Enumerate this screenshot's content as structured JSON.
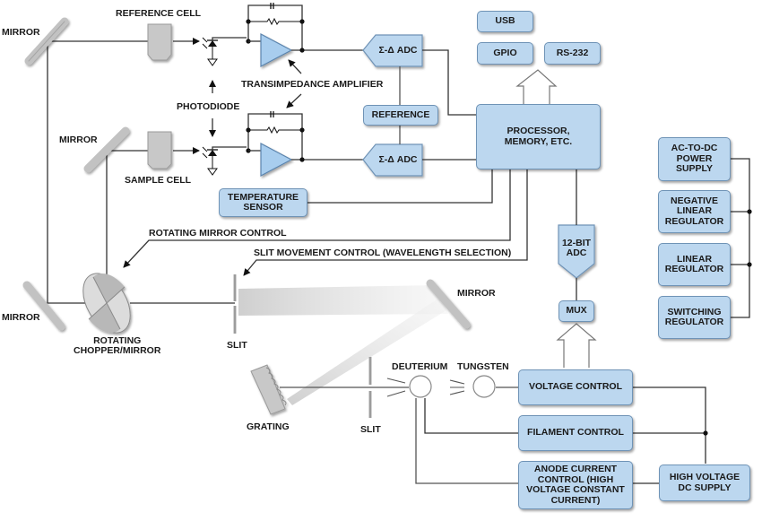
{
  "diagram": {
    "title": "",
    "colors": {
      "block_fill": "#bcd7ef",
      "block_border": "#6f93b6",
      "optics_gray": "#c8c8c8",
      "wire": "#333333"
    },
    "labels": {
      "mirror_top": "MIRROR",
      "mirror_mid": "MIRROR",
      "mirror_bottom_left": "MIRROR",
      "mirror_right": "MIRROR",
      "reference_cell": "REFERENCE CELL",
      "sample_cell": "SAMPLE CELL",
      "photodiode": "PHOTODIODE",
      "transimpedance_amplifier": "TRANSIMPEDANCE AMPLIFIER",
      "rotating_mirror_control": "ROTATING MIRROR CONTROL",
      "slit_movement_control": "SLIT MOVEMENT CONTROL (WAVELENGTH SELECTION)",
      "rotating_chopper_line1": "ROTATING",
      "rotating_chopper_line2": "CHOPPER/MIRROR",
      "slit_upper": "SLIT",
      "slit_lower": "SLIT",
      "grating": "GRATING",
      "deuterium": "DEUTERIUM",
      "tungsten": "TUNGSTEN"
    },
    "blocks": {
      "usb": "USB",
      "gpio": "GPIO",
      "rs232": "RS-232",
      "adc_top": "Σ-Δ ADC",
      "adc_bottom": "Σ-Δ ADC",
      "reference": "REFERENCE",
      "processor": "PROCESSOR,\nMEMORY, ETC.",
      "temperature_sensor": "TEMPERATURE\nSENSOR",
      "adc_12bit": "12-BIT\nADC",
      "mux": "MUX",
      "ac_dc_supply": "AC-TO-DC\nPOWER\nSUPPLY",
      "negative_linear_regulator": "NEGATIVE\nLINEAR\nREGULATOR",
      "linear_regulator": "LINEAR\nREGULATOR",
      "switching_regulator": "SWITCHING\nREGULATOR",
      "voltage_control": "VOLTAGE CONTROL",
      "filament_control": "FILAMENT CONTROL",
      "anode_current_control": "ANODE CURRENT\nCONTROL (HIGH\nVOLTAGE CONSTANT\nCURRENT)",
      "high_voltage_dc_supply": "HIGH VOLTAGE\nDC SUPPLY"
    }
  }
}
